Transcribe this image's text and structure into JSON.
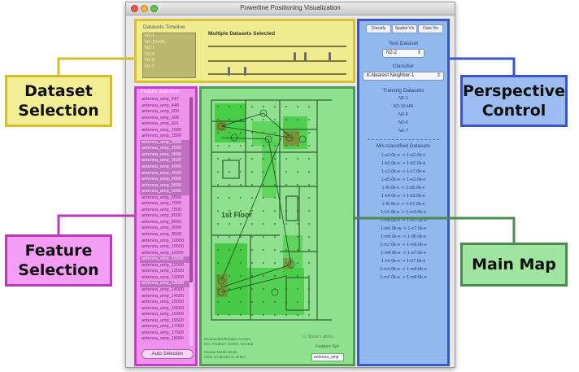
{
  "window": {
    "title": "Powerline Positioning Visualization"
  },
  "timeline": {
    "title": "Datasets Timeline",
    "datasets": [
      "N2-1",
      "N2-10-HN",
      "N2-1",
      "N2-5",
      "N2-6",
      "N2-7"
    ],
    "multi_label": "Multiple Datasets Selected"
  },
  "feature_selection": {
    "title": "Feature Selection",
    "items": [
      {
        "label": "antenna_amp_447",
        "selected": false
      },
      {
        "label": "antenna_amp_448",
        "selected": false
      },
      {
        "label": "antenna_amp_500",
        "selected": false
      },
      {
        "label": "antenna_amp_600",
        "selected": false
      },
      {
        "label": "antenna_amp_601",
        "selected": false
      },
      {
        "label": "antenna_amp_1000",
        "selected": false
      },
      {
        "label": "antenna_amp_1500",
        "selected": false
      },
      {
        "label": "antenna_amp_2000",
        "selected": true
      },
      {
        "label": "antenna_amp_2500",
        "selected": true
      },
      {
        "label": "antenna_amp_3000",
        "selected": true
      },
      {
        "label": "antenna_amp_3500",
        "selected": true
      },
      {
        "label": "antenna_amp_4000",
        "selected": true
      },
      {
        "label": "antenna_amp_4500",
        "selected": true
      },
      {
        "label": "antenna_amp_5000",
        "selected": true
      },
      {
        "label": "antenna_amp_5500",
        "selected": true
      },
      {
        "label": "antenna_amp_6000",
        "selected": true
      },
      {
        "label": "antenna_amp_6500",
        "selected": false
      },
      {
        "label": "antenna_amp_7000",
        "selected": false
      },
      {
        "label": "antenna_amp_7500",
        "selected": false
      },
      {
        "label": "antenna_amp_8000",
        "selected": false
      },
      {
        "label": "antenna_amp_8500",
        "selected": false
      },
      {
        "label": "antenna_amp_9000",
        "selected": false
      },
      {
        "label": "antenna_amp_9500",
        "selected": false
      },
      {
        "label": "antenna_amp_10000",
        "selected": false
      },
      {
        "label": "antenna_amp_10500",
        "selected": false
      },
      {
        "label": "antenna_amp_11000",
        "selected": false
      },
      {
        "label": "antenna_amp_11500",
        "selected": true
      },
      {
        "label": "antenna_amp_12000",
        "selected": false
      },
      {
        "label": "antenna_amp_12500",
        "selected": false
      },
      {
        "label": "antenna_amp_13000",
        "selected": false
      },
      {
        "label": "antenna_amp_13500",
        "selected": true
      },
      {
        "label": "antenna_amp_14000",
        "selected": false
      },
      {
        "label": "antenna_amp_14500",
        "selected": false
      },
      {
        "label": "antenna_amp_15000",
        "selected": false
      },
      {
        "label": "antenna_amp_15500",
        "selected": false
      },
      {
        "label": "antenna_amp_16000",
        "selected": false
      },
      {
        "label": "antenna_amp_16500",
        "selected": false
      },
      {
        "label": "antenna_amp_17000",
        "selected": false
      },
      {
        "label": "antenna_amp_17500",
        "selected": false
      },
      {
        "label": "antenna_amp_18000",
        "selected": false
      }
    ],
    "auto_button": "Auto Selection"
  },
  "map": {
    "floor_label": "1st Floor",
    "show_labels": "Show Labels",
    "notes": [
      "Mouseclick/Rubber Arrows",
      "Ext. Feather; Green, Neutral",
      "Mouse Mode Mode",
      "Click on blocks to select"
    ],
    "feature_set_title": "Feature Set",
    "feature_set_value": "antenna_amp"
  },
  "perspective": {
    "buttons": [
      "Classify",
      "Spatial Vis",
      "Data Vis"
    ],
    "test_dataset_label": "Test Dataset",
    "test_dataset_value": "N2-2",
    "classifier_label": "Classifier",
    "classifier_value": "K-Nearest Neighbor-1",
    "training_label": "Training Datasets",
    "training": [
      "N2-1",
      "N2-10-HN",
      "N2-5",
      "N2-6",
      "N2-7"
    ],
    "misclassified_label": "Mis-classified Datasets",
    "misclassified": [
      "1-a1.0k-e -> 1-a2.0k-e",
      "1-b1.0k-e -> 1-b2.0k-e",
      "1-c1.0k-e -> 1-c7.0k-e",
      "1-d1.0k-e -> 1-e2.0k-e",
      "1-f6.0k-e -> 1-d5.0k-e",
      "1-k4.0k-e -> 1-k3.0k-e",
      "1-f6.5k-e -> 1-b7.0k-e",
      "1-h1.0k-e -> 1-m9.0k-e",
      "1-m6.0k-e -> 1-m7.0k-e",
      "1-m6.0k-w -> 1-c7.0k-e",
      "1-m6.0k-e -> 1-d6.0k-e",
      "1-m7.0k-e -> 1-m8.0k-e",
      "1-m8.0k-e -> 1-a7.0k-e",
      "1-n1.0k-e -> 1-b7.0k-e",
      "1-m1.0k-e -> 1-m8.0k-e",
      "1-m7.0k-e -> 1-m8.0k-e"
    ]
  },
  "callouts": {
    "dataset": [
      "Dataset",
      "Selection"
    ],
    "feature": [
      "Feature",
      "Selection"
    ],
    "perspective": [
      "Perspective",
      "Control"
    ],
    "main_map": [
      "Main Map"
    ]
  },
  "colors": {
    "dataset": "#d3bd2b",
    "feature": "#b93ab9",
    "perspective": "#3b55c7",
    "main_map": "#4d8a4d"
  }
}
